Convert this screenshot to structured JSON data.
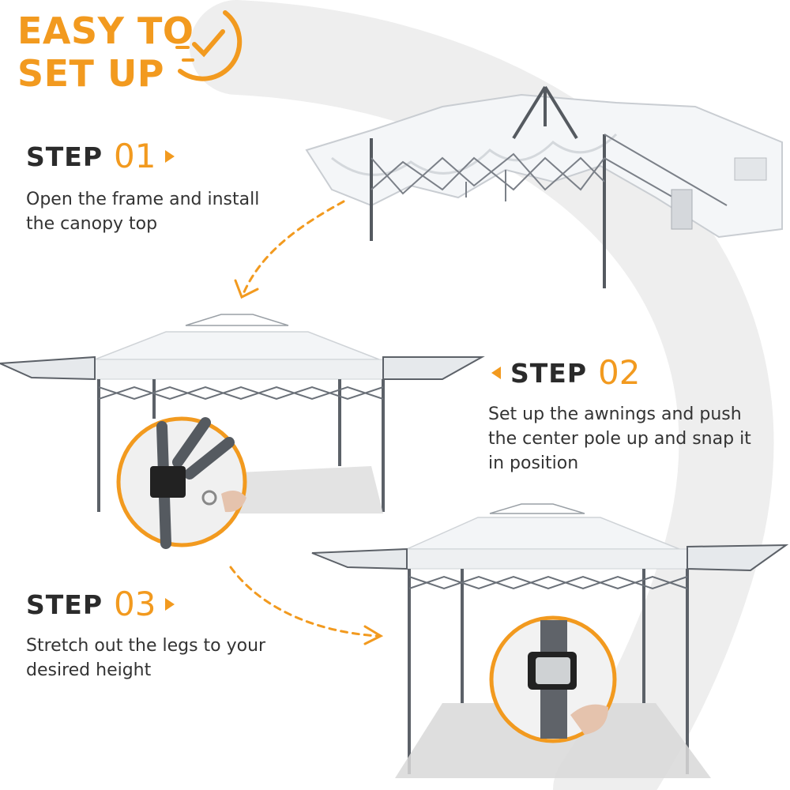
{
  "headline": {
    "line1": "EASY TO",
    "line2": "SET UP"
  },
  "steps": [
    {
      "label": "STEP",
      "number": "01",
      "lines": [
        "Open the frame and install",
        "the canopy  top"
      ]
    },
    {
      "label": "STEP",
      "number": "02",
      "lines": [
        "Set up the awnings and push",
        "the center pole up and snap it",
        "in position"
      ]
    },
    {
      "label": "STEP",
      "number": "03",
      "lines": [
        "Stretch out the legs to your",
        "desired height"
      ]
    }
  ],
  "colors": {
    "accent": "#f29a1f",
    "text": "#333333",
    "frame": "#555a60",
    "canopy": "#f4f6f8"
  },
  "icons": [
    "clock-check-icon",
    "arrow-right-icon",
    "arrow-left-icon"
  ]
}
